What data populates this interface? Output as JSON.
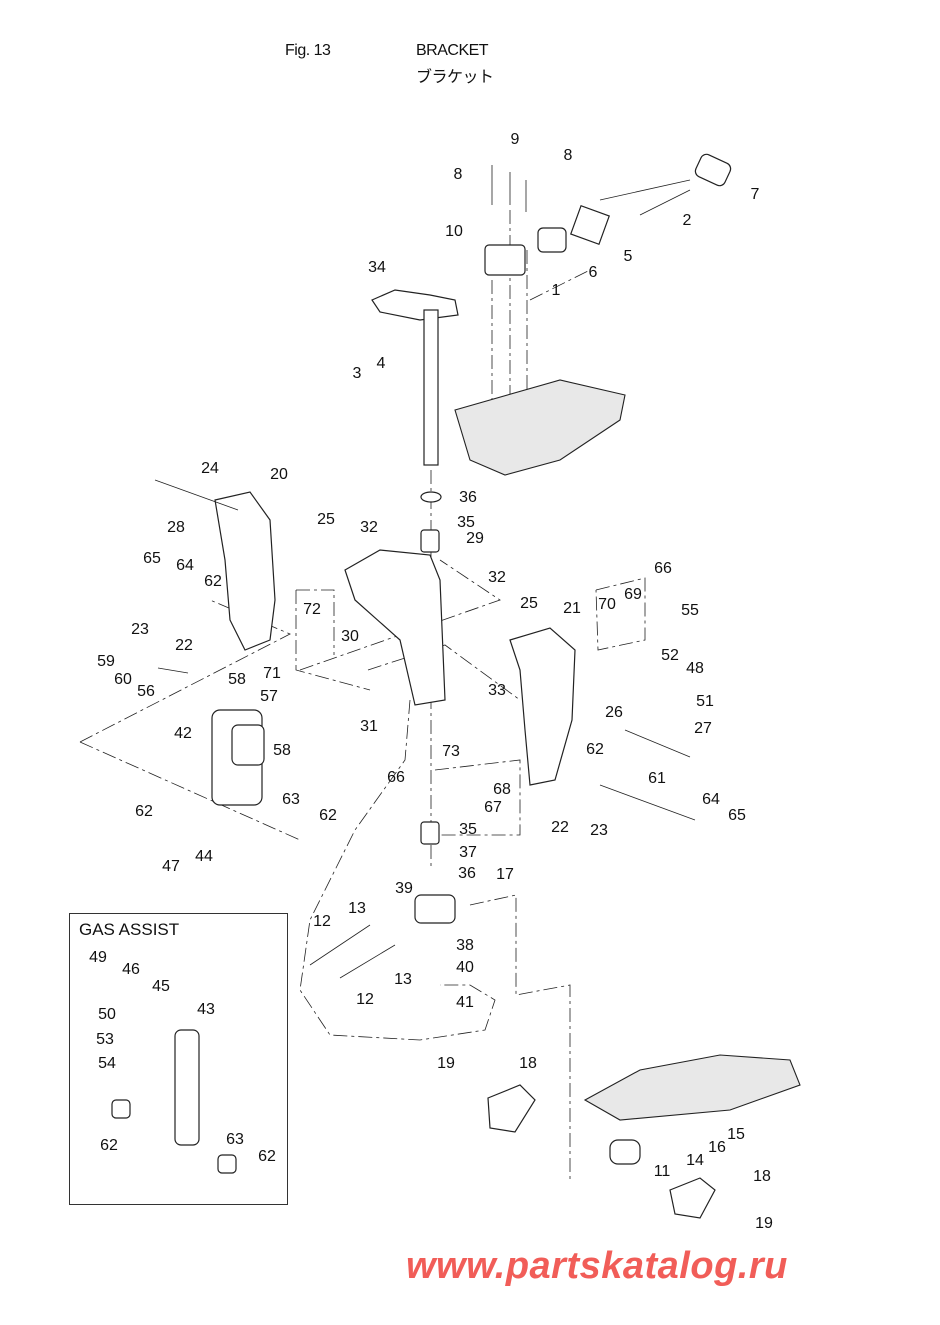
{
  "header": {
    "figure": "Fig. 13",
    "title_en": "BRACKET",
    "title_ja": "ブラケット"
  },
  "gas_assist": {
    "title": "GAS ASSIST",
    "callouts": [
      "49",
      "46",
      "45",
      "43",
      "50",
      "53",
      "54",
      "62",
      "63",
      "62"
    ]
  },
  "callouts": [
    "9",
    "8",
    "8",
    "7",
    "2",
    "10",
    "5",
    "6",
    "1",
    "34",
    "3",
    "4",
    "24",
    "20",
    "36",
    "28",
    "25",
    "35",
    "32",
    "29",
    "65",
    "64",
    "62",
    "32",
    "66",
    "23",
    "22",
    "72",
    "30",
    "25",
    "21",
    "70",
    "69",
    "55",
    "59",
    "60",
    "56",
    "71",
    "58",
    "57",
    "52",
    "48",
    "51",
    "33",
    "26",
    "27",
    "42",
    "31",
    "58",
    "73",
    "62",
    "66",
    "61",
    "68",
    "67",
    "62",
    "63",
    "62",
    "64",
    "65",
    "22",
    "23",
    "35",
    "47",
    "44",
    "37",
    "36",
    "17",
    "39",
    "12",
    "13",
    "38",
    "40",
    "13",
    "12",
    "41",
    "19",
    "18",
    "15",
    "16",
    "14",
    "11",
    "18",
    "19"
  ],
  "watermark": "www.partskatalog.ru",
  "colors": {
    "watermark": "#f0504a",
    "line": "#222222"
  }
}
